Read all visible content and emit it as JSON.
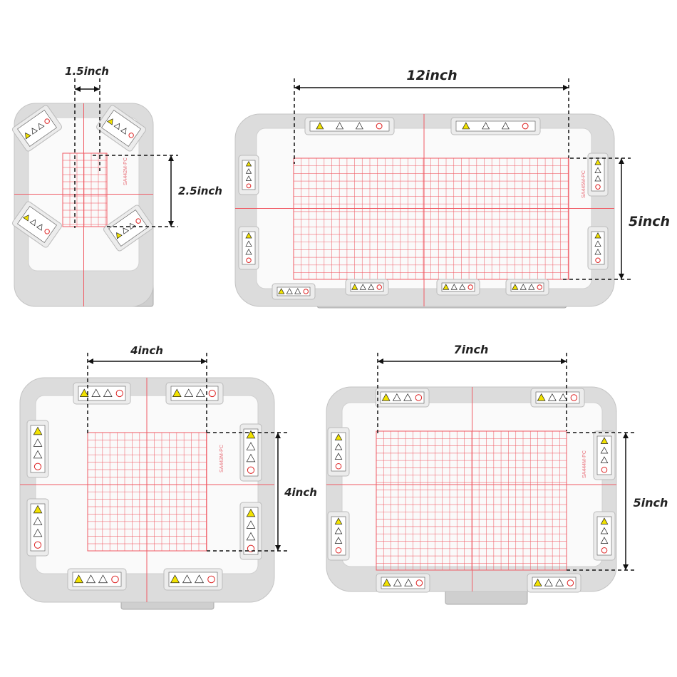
{
  "hoops": [
    {
      "model": "SA442M-PC",
      "width_label": "1.5inch",
      "height_label": "2.5inch"
    },
    {
      "model": "SA445M-PC",
      "width_label": "12inch",
      "height_label": "5inch"
    },
    {
      "model": "SA443M-PC",
      "width_label": "4inch",
      "height_label": "4inch"
    },
    {
      "model": "SA444M-PC",
      "width_label": "7inch",
      "height_label": "5inch"
    }
  ],
  "colors": {
    "frame": "#dcdcdc",
    "grid": "#f05a64",
    "warning": "#f2e200",
    "dimension": "#111111"
  }
}
